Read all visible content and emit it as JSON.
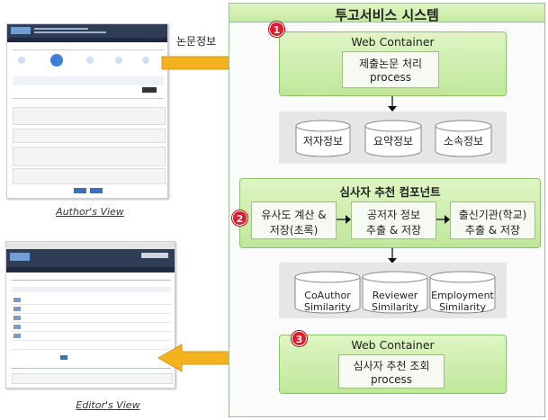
{
  "system": {
    "title": "투고서비스 시스템",
    "web_container_1": {
      "label": "Web Container",
      "process_line1": "제출논문 처리",
      "process_line2": "process"
    },
    "dbs": [
      "저자정보",
      "요약정보",
      "소속정보"
    ],
    "recommend": {
      "title": "심사자 추천 컴포넌트",
      "steps": [
        {
          "line1": "유사도 계산 &",
          "line2": "저장(초록)"
        },
        {
          "line1": "공저자 정보",
          "line2": "추출 & 저장"
        },
        {
          "line1": "출신기관(학교)",
          "line2": "추출 & 저장"
        }
      ]
    },
    "similarity": [
      {
        "line1": "CoAuthor",
        "line2": "Similarity"
      },
      {
        "line1": "Reviewer",
        "line2": "Similarity"
      },
      {
        "line1": "Employment",
        "line2": "Similarity"
      }
    ],
    "web_container_3": {
      "label": "Web Container",
      "process_line1": "심사자 추천 조회",
      "process_line2": "process"
    }
  },
  "badges": [
    "1",
    "2",
    "3"
  ],
  "flow_label": "논문정보",
  "captions": {
    "author": "Author's View",
    "editor": "Editor's View"
  },
  "colors": {
    "green_light": "#dff5c5",
    "green_dark": "#bfe79a",
    "arrow": "#f4b21c",
    "badge": "#e21b2c"
  }
}
